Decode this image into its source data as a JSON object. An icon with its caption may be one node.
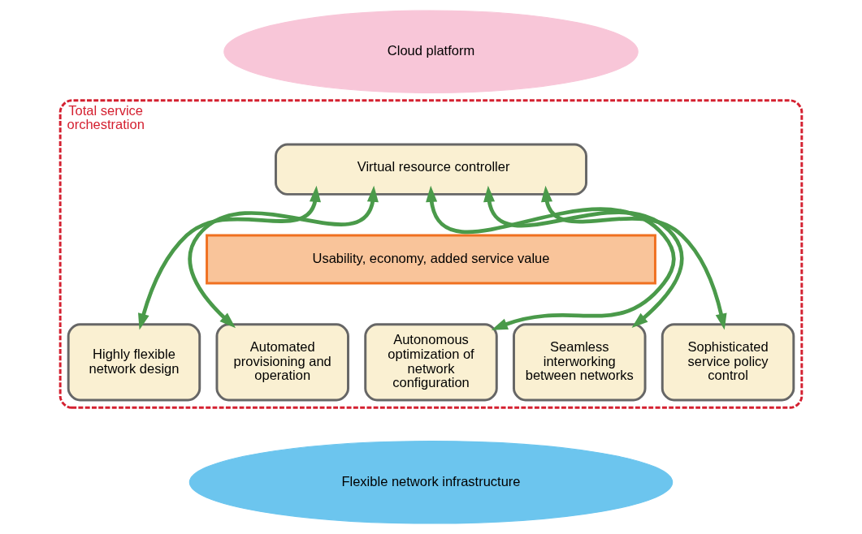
{
  "diagram": {
    "nodes": [
      {
        "text": [
          "Total service orchestration"
        ]
      },
      {
        "text": [
          "Cloud platform"
        ]
      },
      {
        "text": [
          "Virtual resource controller"
        ],
        "in": 0
      },
      {
        "text": [
          "Usability, economy, added service value"
        ],
        "in": 0
      },
      {
        "text": [
          "Highly flexible network design"
        ],
        "in": 0
      },
      {
        "text": [
          "Automated provisioning and operation"
        ],
        "in": 0
      },
      {
        "text": [
          "Autonomous optimization of network configuration"
        ],
        "in": 0
      },
      {
        "text": [
          "Seamless interworking between networks"
        ],
        "in": 0
      },
      {
        "text": [
          "Sophisticated service policy control"
        ],
        "in": 0
      },
      {
        "text": [
          "Flexible network infrastructure"
        ]
      }
    ],
    "edges": [
      {
        "from": 2,
        "to": 4,
        "arrow": "both"
      },
      {
        "from": 2,
        "to": 5,
        "arrow": "both"
      },
      {
        "from": 2,
        "to": 6,
        "arrow": "both"
      },
      {
        "from": 2,
        "to": 7,
        "arrow": "both"
      },
      {
        "from": 2,
        "to": 8,
        "arrow": "both"
      }
    ]
  }
}
